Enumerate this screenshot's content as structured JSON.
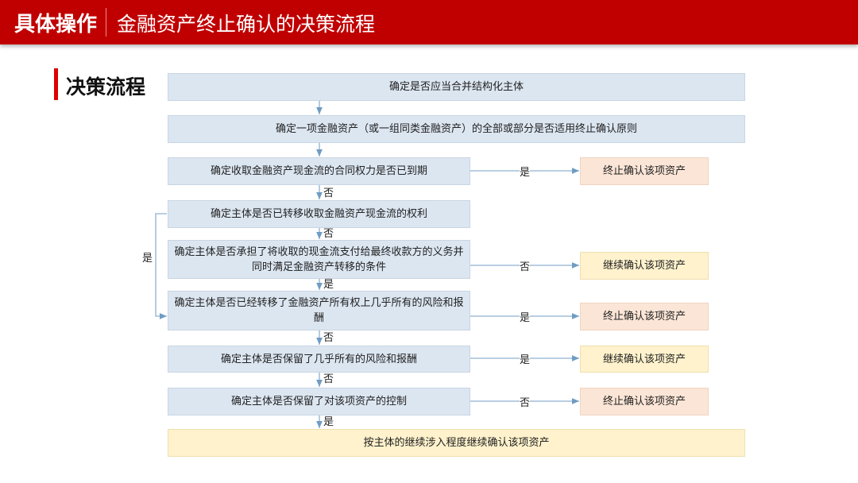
{
  "header": {
    "section": "具体操作",
    "title": "金融资产终止确认的决策流程"
  },
  "section_title": "决策流程",
  "steps": [
    "确定是否应当合并结构化主体",
    "确定一项金融资产（或一组同类金融资产）的全部或部分是否适用终止确认原则",
    "确定收取金融资产现金流的合同权力是否已到期",
    "确定主体是否已转移收取金融资产现金流的权利",
    "确定主体是否承担了将收取的现金流支付给最终收款方的义务并同时满足金融资产转移的条件",
    "确定主体是否已经转移了金融资产所有权上几乎所有的风险和报酬",
    "确定主体是否保留了几乎所有的风险和报酬",
    "确定主体是否保留了对该项资产的控制",
    "按主体的继续涉入程度继续确认该项资产"
  ],
  "outcomes": [
    "终止确认该项资产",
    "继续确认该项资产",
    "终止确认该项资产",
    "继续确认该项资产",
    "终止确认该项资产"
  ],
  "down_labels": [
    "否",
    "否",
    "是",
    "否",
    "否",
    "是"
  ],
  "side_labels": [
    "是",
    "否",
    "是",
    "是",
    "否"
  ],
  "loop_label": "是",
  "colors": {
    "header": "#c00000",
    "step": "#dce6f1",
    "terminate": "#fbe5d6",
    "continue": "#fff2cc",
    "arrow": "#7da7c9"
  }
}
